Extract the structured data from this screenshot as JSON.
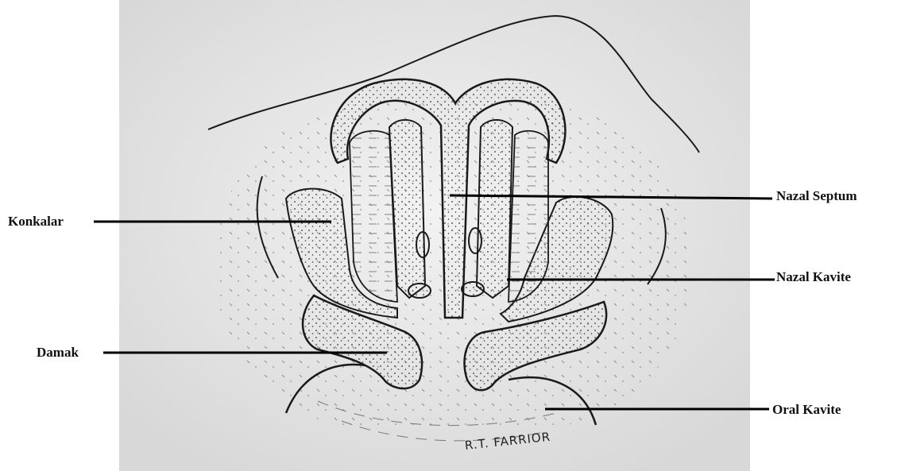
{
  "labels": {
    "konkalar": "Konkalar",
    "nazal_septum": "Nazal Septum",
    "nazal_kavite": "Nazal Kavite",
    "damak": "Damak",
    "oral_kavite": "Oral Kavite"
  },
  "signature": "R.T. FARRIOR",
  "colors": {
    "paper": "#e4e4e4",
    "ink": "#1a1a1a",
    "leader": "#000000"
  }
}
